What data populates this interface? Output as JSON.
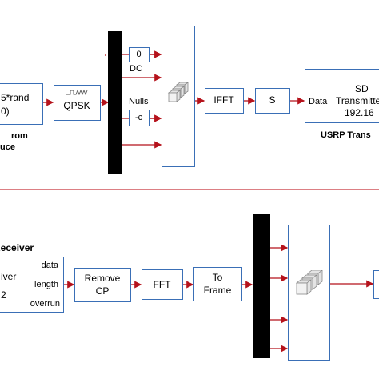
{
  "transmitter": {
    "random_source": {
      "line1": "5*rand",
      "line2": "0)",
      "caption1": "rom",
      "caption2": "uce"
    },
    "qpsk": {
      "label": "QPSK",
      "icon": "waveform-icon"
    },
    "dc_const": {
      "value": "0",
      "label": "DC"
    },
    "nulls_const": {
      "value": "-c",
      "label": "Nulls"
    },
    "concat_icon": "stacked-cubes-icon",
    "ifft": {
      "label": "IFFT"
    },
    "s_block": {
      "label": "S"
    },
    "usrp_tx": {
      "port": "Data",
      "line1": "SD",
      "line2": "Transmitte",
      "line3": "192.16",
      "caption": "USRP Trans"
    }
  },
  "receiver": {
    "title": "Receiver",
    "usrp_rx": {
      "line1": "iver",
      "line2": "2",
      "ports": [
        "data",
        "length",
        "overrun"
      ]
    },
    "remove_cp": {
      "line1": "Remove",
      "line2": "CP"
    },
    "fft": {
      "label": "FFT"
    },
    "to_frame": {
      "line1": "To",
      "line2": "Frame"
    },
    "concat_icon": "stacked-cubes-icon"
  },
  "colors": {
    "block_border": "#3a6fb6",
    "wire": "#b5121b",
    "divider": "#c8333a",
    "bar": "#000000"
  }
}
